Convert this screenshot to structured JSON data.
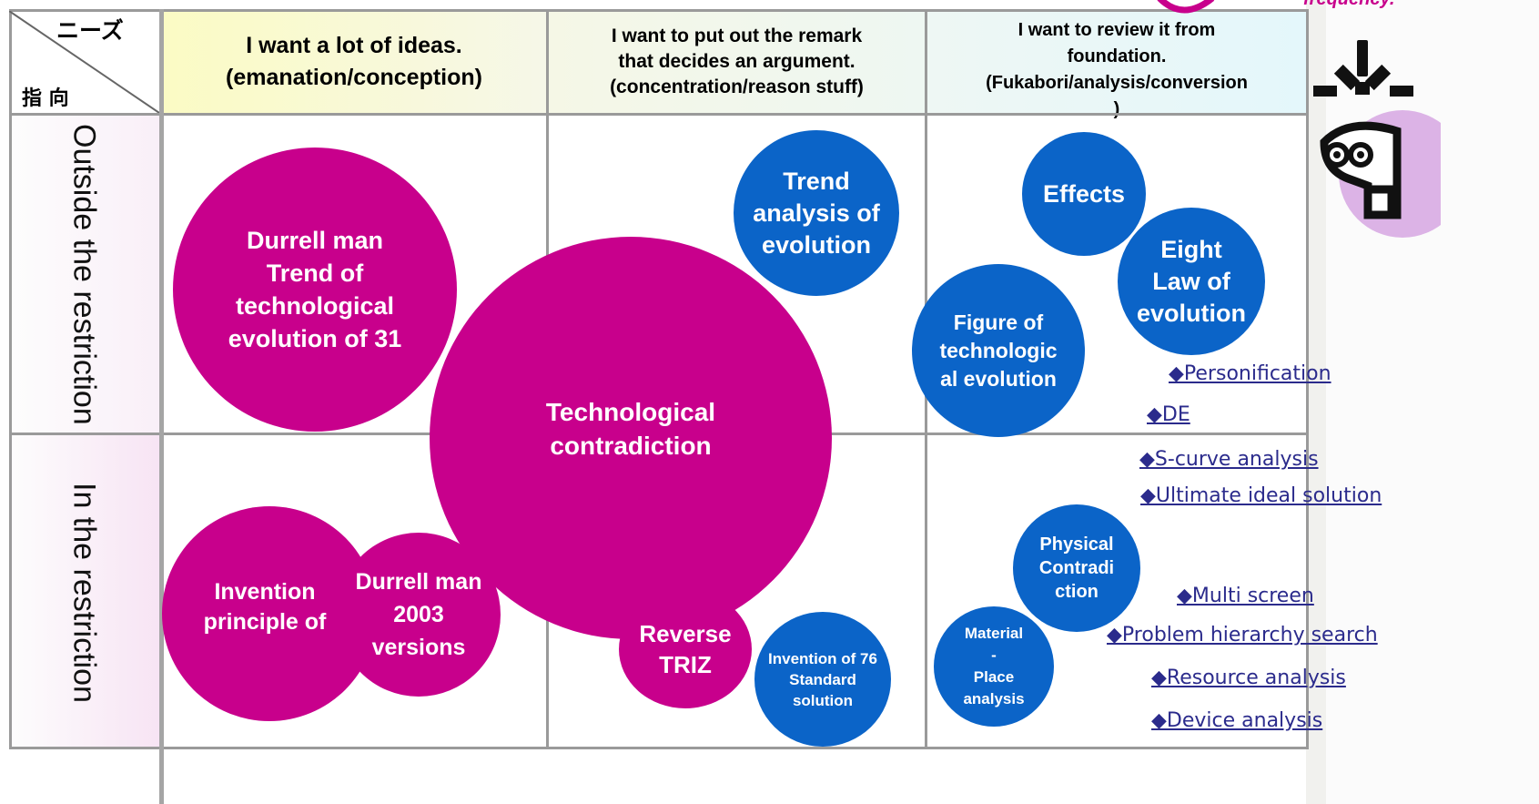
{
  "corner": {
    "needs": "ニーズ",
    "orientation": "指 向"
  },
  "top_fragment": "frequency.",
  "columns": [
    {
      "text": "I want a lot of ideas.\n(emanation/conception)"
    },
    {
      "text": "I want to put out the remark\nthat decides an argument.\n(concentration/reason stuff)"
    },
    {
      "text": "I want to review it from\nfoundation.\n(Fukabori/analysis/conversion\n)"
    }
  ],
  "rows": [
    {
      "label": "Outside the restriction"
    },
    {
      "label": "In the restriction"
    }
  ],
  "circles": {
    "durrell31": "Durrell man\nTrend of\ntechnological\nevolution of 31",
    "contradiction": "Technological\ncontradiction",
    "trend_analysis": "Trend\nanalysis of\nevolution",
    "effects": "Effects",
    "eight_law": "Eight\nLaw of\nevolution",
    "figure_evolution": "Figure of\ntechnologic\nal evolution",
    "invention_principle": "Invention\nprinciple of",
    "durrell2003": "Durrell man\n2003\nversions",
    "reverse_triz": "Reverse\nTRIZ",
    "standard76": "Invention of 76\nStandard\nsolution",
    "physical_contradiction": "Physical\nContradi\nction",
    "material_place": "Material\n-\nPlace\nanalysis"
  },
  "links": {
    "personification": "◆Personification",
    "de": "◆DE",
    "s_curve": "◆S-curve analysis",
    "ultimate_ideal": "◆Ultimate ideal solution",
    "multi_screen": "◆Multi screen",
    "problem_hierarchy": "◆Problem hierarchy search",
    "resource_analysis": "◆Resource analysis",
    "device_analysis": "◆Device analysis"
  },
  "icon": "thinking-person-icon",
  "colors": {
    "magenta": "#c8008c",
    "blue": "#0b64c8",
    "grid": "#9a9a9a"
  }
}
